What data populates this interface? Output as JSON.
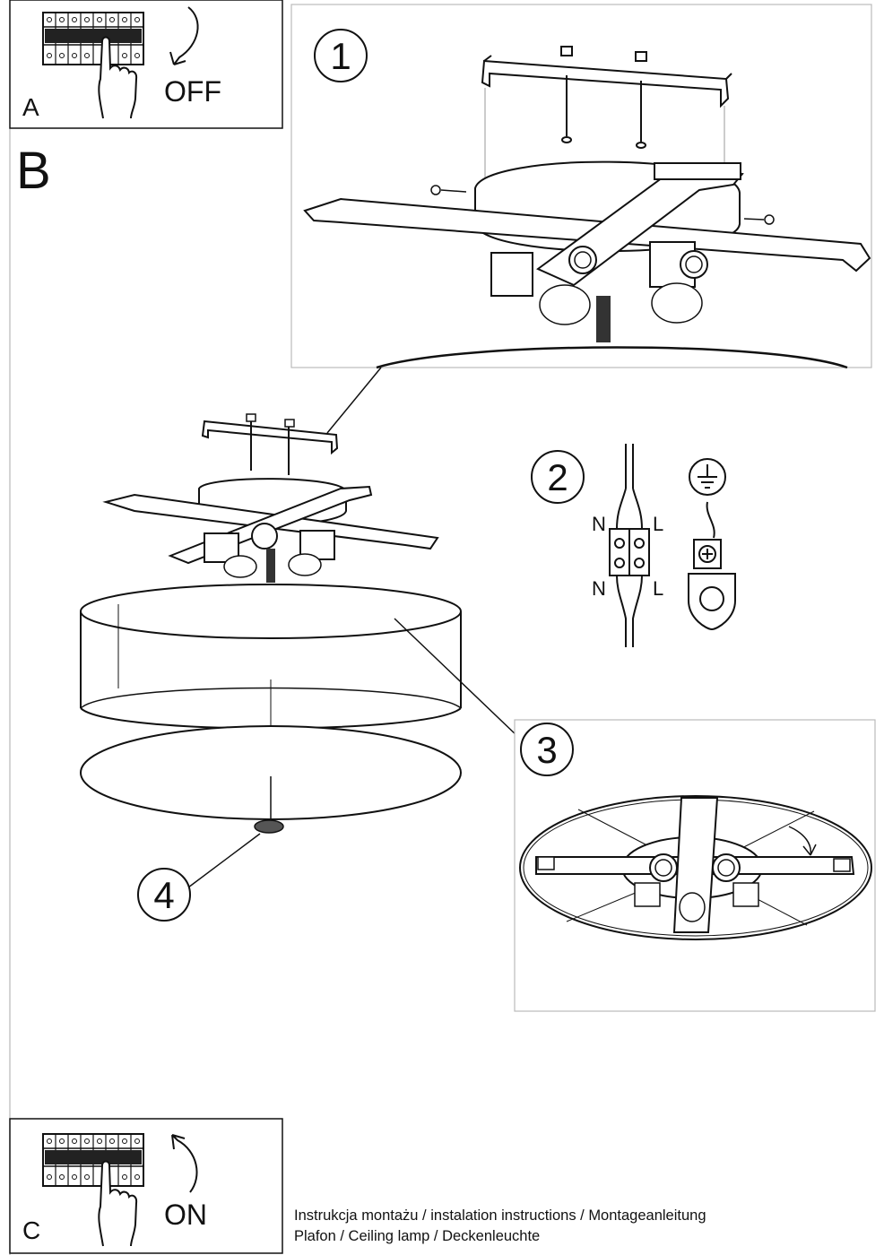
{
  "panel_a": {
    "letter": "A",
    "action": "OFF"
  },
  "section_b": {
    "letter": "B"
  },
  "panel_c": {
    "letter": "C",
    "action": "ON"
  },
  "steps": {
    "step1": "1",
    "step2": "2",
    "step3": "3",
    "step4": "4"
  },
  "wiring": {
    "neutral": "N",
    "live": "L"
  },
  "footer": {
    "line1": "Instrukcja montażu / instalation instructions / Montageanleitung",
    "line2": "Plafon / Ceiling lamp / Deckenleuchte"
  },
  "icons": [
    "circuit-breaker-icon",
    "hand-icon",
    "curved-arrow-down-icon",
    "curved-arrow-up-icon",
    "ground-symbol-icon",
    "terminal-block-icon",
    "ground-clamp-icon"
  ]
}
